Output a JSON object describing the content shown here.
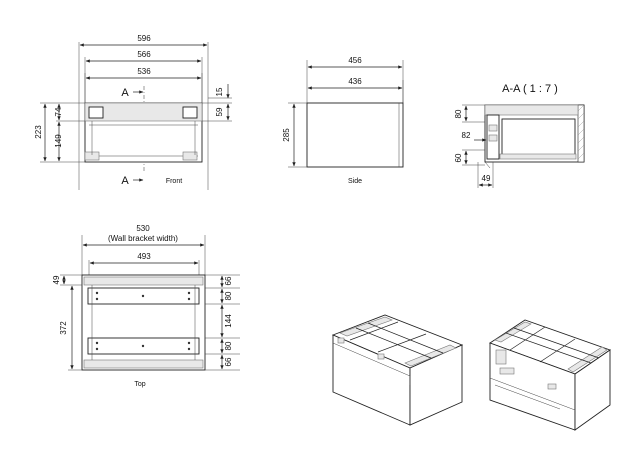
{
  "views": {
    "front": {
      "label": "Front",
      "dims": {
        "overall_width": "596",
        "carcass_width": "566",
        "inner_width": "536",
        "height": "223",
        "top_offset": "74",
        "lower_height": "149",
        "right_top": "15",
        "right_height": "59"
      },
      "section_marker": "A"
    },
    "side": {
      "label": "Side",
      "dims": {
        "depth": "456",
        "inner_depth": "436",
        "height": "285"
      }
    },
    "section": {
      "title": "A-A ( 1 : 7 )",
      "dims": {
        "top": "80",
        "mid": "82",
        "bottom": "60",
        "base": "49"
      }
    },
    "top": {
      "label": "Top",
      "dims": {
        "wall_bracket_width": "530",
        "wall_bracket_label": "(Wall bracket width)",
        "inner_width": "493",
        "left_top": "49",
        "depth": "372",
        "r1": "66",
        "r2": "80",
        "r3": "144",
        "r4": "80",
        "r5": "66"
      }
    }
  }
}
